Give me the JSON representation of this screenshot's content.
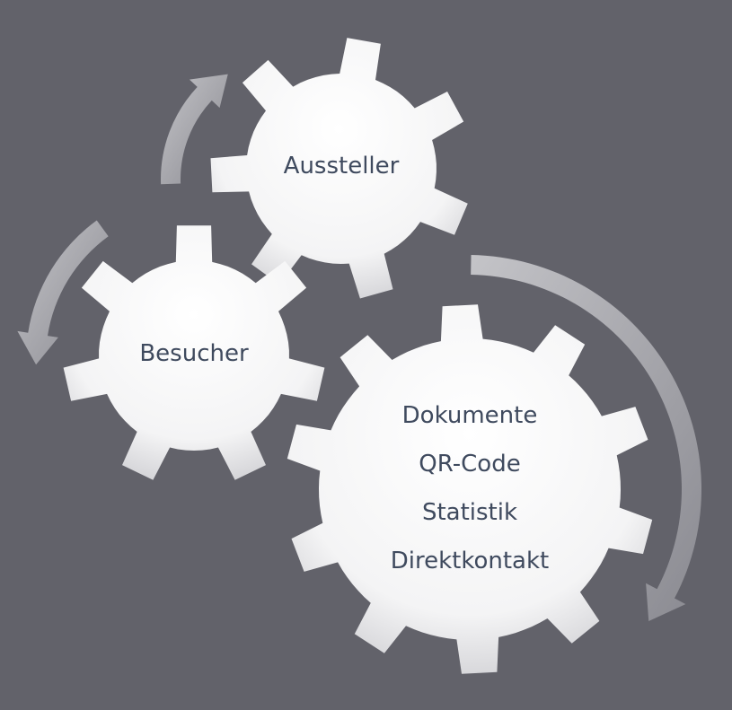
{
  "colors": {
    "background": "#62626a",
    "gear_light": "#ffffff",
    "gear_shade": "#c9c9cc",
    "arrow_light": "#b9b9be",
    "arrow_dark": "#8e8e95",
    "text": "#3f4a5e"
  },
  "gears": {
    "aussteller": {
      "label": "Aussteller"
    },
    "besucher": {
      "label": "Besucher"
    },
    "features": {
      "items": [
        "Dokumente",
        "QR-Code",
        "Statistik",
        "Direktkontakt"
      ]
    }
  },
  "arrows": [
    {
      "name": "arrow-besucher-to-aussteller",
      "direction": "clockwise"
    },
    {
      "name": "arrow-aussteller-to-besucher",
      "direction": "counterclockwise"
    },
    {
      "name": "arrow-around-features",
      "direction": "clockwise"
    }
  ]
}
